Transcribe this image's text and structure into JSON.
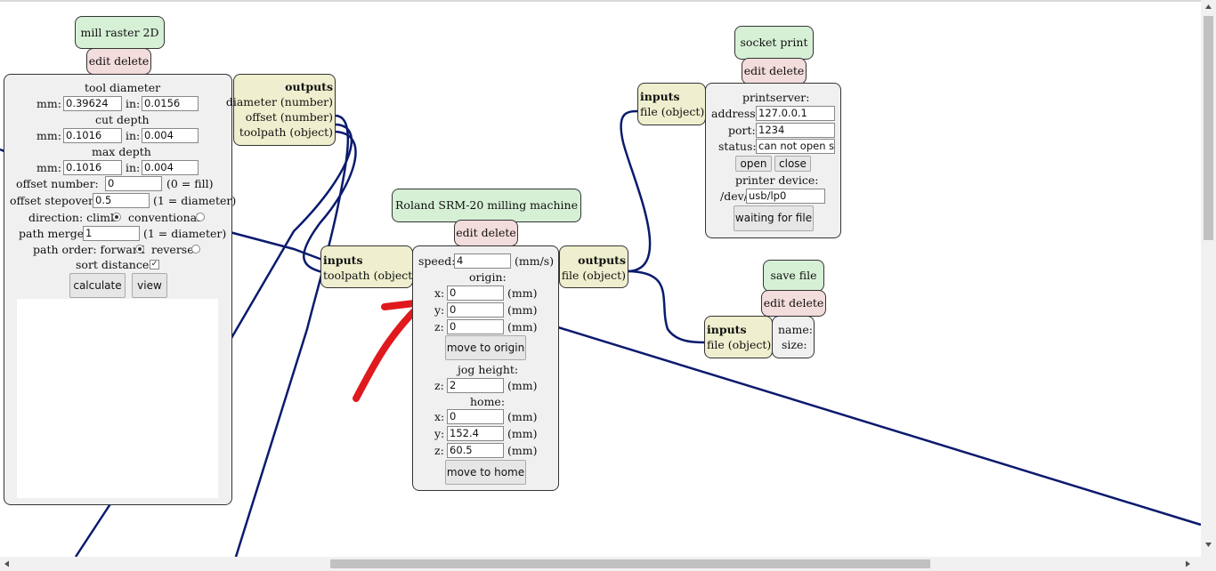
{
  "mill": {
    "title": "mill raster 2D",
    "edit_delete": "edit delete",
    "tool_diameter_label": "tool diameter",
    "tool_diameter_mm": "0.39624",
    "tool_diameter_in": "0.0156",
    "cut_depth_label": "cut depth",
    "cut_depth_mm": "0.1016",
    "cut_depth_in": "0.004",
    "max_depth_label": "max depth",
    "max_depth_mm": "0.1016",
    "max_depth_in": "0.004",
    "mm_label": "mm:",
    "in_label": "in:",
    "offset_number_label": "offset number:",
    "offset_number": "0",
    "offset_number_hint": "(0 = fill)",
    "offset_stepover_label": "offset stepover:",
    "offset_stepover": "0.5",
    "offset_stepover_hint": "(1 = diameter)",
    "direction_label": "direction: climb",
    "conventional_label": "conventional",
    "path_merge_label": "path merge:",
    "path_merge": "1",
    "path_merge_hint": "(1 = diameter)",
    "path_order_label": "path order: forward",
    "reverse_label": "reverse",
    "sort_distance_label": "sort distance:",
    "calculate_button": "calculate",
    "view_button": "view",
    "outputs_title": "outputs",
    "output_diameter": "diameter (number)",
    "output_offset": "offset (number)",
    "output_toolpath": "toolpath (object)"
  },
  "roland": {
    "title": "Roland SRM-20 milling machine",
    "edit_delete": "edit delete",
    "inputs_title": "inputs",
    "input_toolpath": "toolpath (object)",
    "speed_label": "speed:",
    "speed": "4",
    "speed_unit": "(mm/s)",
    "origin_label": "origin:",
    "origin_x": "0",
    "origin_y": "0",
    "origin_z": "0",
    "move_to_origin": "move to origin",
    "jog_height_label": "jog height:",
    "jog_z": "2",
    "home_label": "home:",
    "home_x": "0",
    "home_y": "152.4",
    "home_z": "60.5",
    "move_to_home": "move to home",
    "x_label": "x:",
    "y_label": "y:",
    "z_label": "z:",
    "mm_unit": "(mm)",
    "outputs_title": "outputs",
    "output_file": "file (object)"
  },
  "socket": {
    "title": "socket print",
    "edit_delete": "edit delete",
    "inputs_title": "inputs",
    "input_file": "file (object)",
    "printserver_label": "printserver:",
    "address_label": "address:",
    "address": "127.0.0.1",
    "port_label": "port:",
    "port": "1234",
    "status_label": "status:",
    "status": "can not open so",
    "open_button": "open",
    "close_button": "close",
    "printer_device_label": "printer device:",
    "dev_label": "/dev/",
    "device": "usb/lp0",
    "waiting_button": "waiting for file"
  },
  "save": {
    "title": "save file",
    "edit_delete": "edit delete",
    "inputs_title": "inputs",
    "input_file": "file (object)",
    "name_label": "name:",
    "size_label": "size:"
  },
  "colors": {
    "wire": "#0a1a6e",
    "arrow": "#e0191e",
    "title_bg": "#d6f0d6",
    "edit_bg": "#f3dcdc",
    "io_bg": "#efefcf"
  }
}
